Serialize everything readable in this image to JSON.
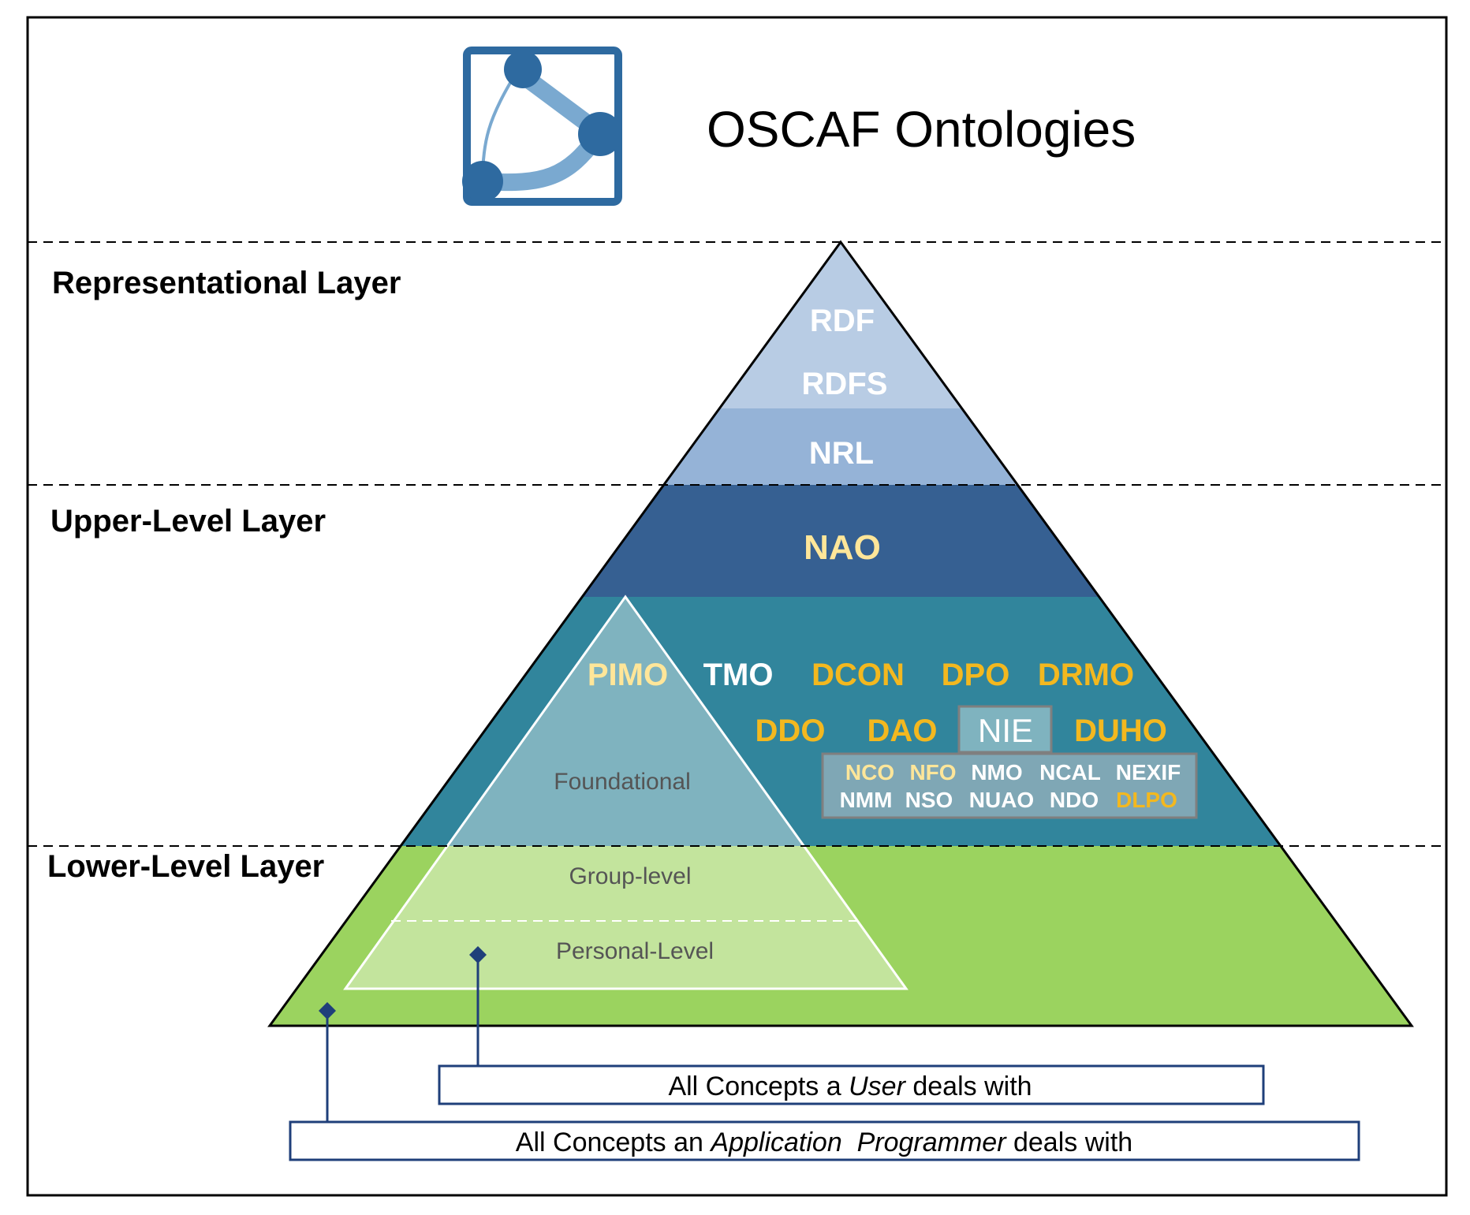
{
  "title": "OSCAF Ontologies",
  "layers": {
    "representational": "Representational Layer",
    "upper": "Upper-Level Layer",
    "lower": "Lower-Level Layer"
  },
  "ontologies": {
    "rdf": "RDF",
    "rdfs": "RDFS",
    "nrl": "NRL",
    "nao": "NAO",
    "pimo": "PIMO",
    "tmo": "TMO",
    "dcon": "DCON",
    "dpo": "DPO",
    "drmo": "DRMO",
    "ddo": "DDO",
    "dao": "DAO",
    "nie": "NIE",
    "duho": "DUHO"
  },
  "nie_sub": {
    "row1": [
      "NCO",
      "NFO",
      "NMO",
      "NCAL",
      "NEXIF"
    ],
    "row2": [
      "NMM",
      "NSO",
      "NUAO",
      "NDO",
      "DLPO"
    ]
  },
  "inner_pyramid": {
    "foundational": "Foundational",
    "group": "Group-level",
    "personal": "Personal-Level"
  },
  "captions": {
    "user": {
      "prefix": "All Concepts a ",
      "em": "User",
      "suffix": " deals with"
    },
    "programmer": {
      "prefix": "All Concepts an ",
      "em": "Application  Programmer",
      "suffix": " deals with"
    }
  },
  "colors": {
    "rdf_band": "#b8cce4",
    "nrl_band": "#95b3d7",
    "nao_band": "#366092",
    "teal_band": "#31859c",
    "green_band": "#9bd35f",
    "foundational": "#7fb3bf",
    "personal": "#c3e49d",
    "highlight_text": "#ffe699",
    "orange_text": "#f3b81f",
    "logo_blue": "#2e6aa0",
    "logo_light": "#7aa9d0",
    "connector": "#1f3f7a"
  },
  "icons": {
    "logo": "oscaf-network-logo-icon"
  }
}
